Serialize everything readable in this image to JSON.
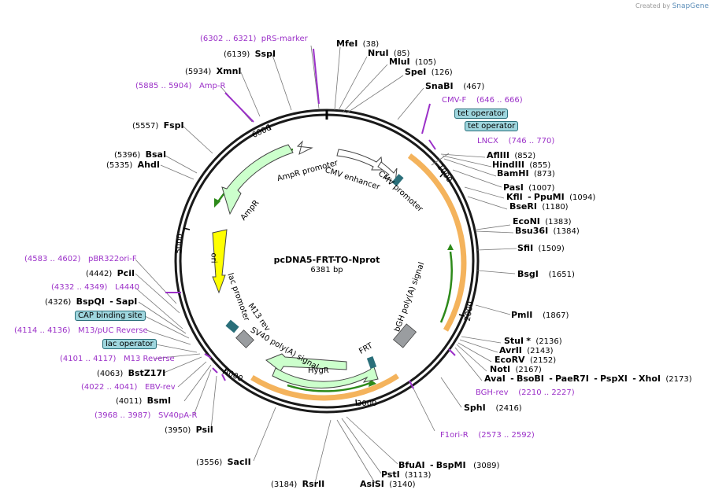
{
  "credit": {
    "prefix": "Created by",
    "brand": "SnapGene"
  },
  "plasmid": {
    "name": "pcDNA5-FRT-TO-Nprot",
    "length": "6381 bp"
  },
  "ruler": [
    "1000",
    "2000",
    "3000",
    "4000",
    "5000",
    "6000"
  ],
  "labels": {
    "l1": {
      "range": "(6302 .. 6321)",
      "name": "pRS-marker"
    },
    "l2": {
      "name": "MfeI",
      "pos": "(38)"
    },
    "l3": {
      "name": "NruI",
      "pos": "(85)"
    },
    "l4": {
      "name": "MluI",
      "pos": "(105)"
    },
    "l5": {
      "name": "SpeI",
      "pos": "(126)"
    },
    "l6": {
      "name": "SnaBI",
      "pos": "(467)"
    },
    "l7": {
      "name": "CMV-F",
      "range": "(646 .. 666)"
    },
    "l8": {
      "name": "tet operator"
    },
    "l9": {
      "name": "tet operator"
    },
    "l10": {
      "name": "LNCX",
      "range": "(746 .. 770)"
    },
    "l11": {
      "name": "AflIII",
      "pos": "(852)"
    },
    "l12": {
      "name": "HindIII",
      "pos": "(855)"
    },
    "l13": {
      "name": "BamHI",
      "pos": "(873)"
    },
    "l14": {
      "name": "PasI",
      "pos": "(1007)"
    },
    "l15": {
      "name": "KflI",
      "sep": "-",
      "name2": "PpuMI",
      "pos": "(1094)"
    },
    "l16": {
      "name": "BseRI",
      "pos": "(1180)"
    },
    "l17": {
      "name": "EcoNI",
      "pos": "(1383)"
    },
    "l18": {
      "name": "Bsu36I",
      "pos": "(1384)"
    },
    "l19": {
      "name": "SfiI",
      "pos": "(1509)"
    },
    "l20": {
      "name": "BsgI",
      "pos": "(1651)"
    },
    "l21": {
      "name": "PmlI",
      "pos": "(1867)"
    },
    "l22": {
      "name": "StuI",
      "star": "*",
      "pos": "(2136)"
    },
    "l23": {
      "name": "AvrII",
      "pos": "(2143)"
    },
    "l24": {
      "name": "EcoRV",
      "pos": "(2152)"
    },
    "l25": {
      "name": "NotI",
      "pos": "(2167)"
    },
    "l26": {
      "name": "AvaI",
      "b": "BsoBI",
      "c": "PaeR7I",
      "d": "PspXI",
      "e": "XhoI",
      "sep": "-",
      "pos": "(2173)"
    },
    "l27": {
      "name": "BGH-rev",
      "range": "(2210 .. 2227)"
    },
    "l28": {
      "name": "SphI",
      "pos": "(2416)"
    },
    "l29": {
      "name": "F1ori-R",
      "range": "(2573 .. 2592)"
    },
    "l30": {
      "name": "BfuAI",
      "sep": "-",
      "name2": "BspMI",
      "pos": "(3089)"
    },
    "l31": {
      "name": "PstI",
      "pos": "(3113)"
    },
    "l32": {
      "name": "AsiSI",
      "pos": "(3140)"
    },
    "l33": {
      "pos": "(3184)",
      "name": "RsrII"
    },
    "l34": {
      "pos": "(3556)",
      "name": "SacII"
    },
    "l35": {
      "pos": "(3950)",
      "name": "PsiI"
    },
    "l36": {
      "range": "(3968 .. 3987)",
      "name": "SV40pA-R"
    },
    "l37": {
      "pos": "(4011)",
      "name": "BsmI"
    },
    "l38": {
      "range": "(4022 .. 4041)",
      "name": "EBV-rev"
    },
    "l39": {
      "pos": "(4063)",
      "name": "BstZ17I"
    },
    "l40": {
      "range": "(4101 .. 4117)",
      "name": "M13 Reverse"
    },
    "l41": {
      "name": "lac operator"
    },
    "l42": {
      "range": "(4114 .. 4136)",
      "name": "M13/pUC Reverse"
    },
    "l43": {
      "name": "CAP binding site"
    },
    "l44": {
      "pos": "(4326)",
      "name": "BspQI",
      "sep": "-",
      "name2": "SapI"
    },
    "l45": {
      "range": "(4332 .. 4349)",
      "name": "L4440"
    },
    "l46": {
      "pos": "(4442)",
      "name": "PciI"
    },
    "l47": {
      "range": "(4583 .. 4602)",
      "name": "pBR322ori-F"
    },
    "l48": {
      "pos": "(5335)",
      "name": "AhdI"
    },
    "l49": {
      "pos": "(5396)",
      "name": "BsaI"
    },
    "l50": {
      "pos": "(5557)",
      "name": "FspI"
    },
    "l51": {
      "range": "(5885 .. 5904)",
      "name": "Amp-R"
    },
    "l52": {
      "pos": "(5934)",
      "name": "XmnI"
    },
    "l53": {
      "pos": "(6139)",
      "name": "SspI"
    }
  },
  "features": {
    "ampr_promoter": "AmpR promoter",
    "ampr": "AmpR",
    "cmv_enhancer": "CMV enhancer",
    "cmv_promoter": "CMV promoter",
    "ori": "ori",
    "lac_promoter": "lac promoter",
    "m13rev": "M13 rev",
    "sv40": "SV40 poly(A) signal",
    "hygr": "HygR",
    "frt": "FRT",
    "bgh": "bGH poly(A) signal"
  },
  "colors": {
    "backbone": "#1a1a1a",
    "feature_fill": "#ccffcc",
    "feature_arrow": "#2d8a1a",
    "orange": "#f2a640",
    "ori": "#ffff00",
    "purple": "#9b30c8",
    "chip": "#9fd6de"
  }
}
